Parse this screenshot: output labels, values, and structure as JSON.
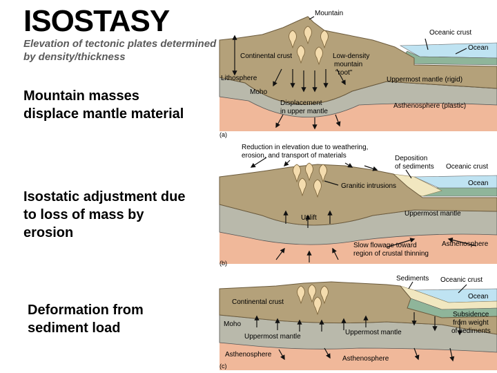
{
  "slide": {
    "title": "ISOSTASY",
    "subtitle": "Elevation of tectonic plates determined by density/thickness",
    "captions": [
      "Mountain masses displace mantle material",
      "Isostatic adjustment due to loss of mass by erosion",
      "Deformation from sediment load"
    ]
  },
  "panel_a": {
    "letter": "(a)",
    "mountain": "Mountain",
    "oceanic_crust": "Oceanic crust",
    "ocean": "Ocean",
    "continental_crust": "Continental crust",
    "low_density_1": "Low-density",
    "low_density_2": "mountain",
    "low_density_3": "\"root\"",
    "lithosphere": "Lithosphere",
    "moho": "Moho",
    "uppermost_mantle": "Uppermost mantle (rigid)",
    "displacement_1": "Displacement",
    "displacement_2": "in upper mantle",
    "asthenosphere": "Asthenosphere (plastic)"
  },
  "panel_b": {
    "letter": "(b)",
    "reduction_1": "Reduction in elevation due to weathering,",
    "reduction_2": "erosion, and transport of materials",
    "deposition_1": "Deposition",
    "deposition_2": "of sediments",
    "oceanic_crust": "Oceanic crust",
    "ocean": "Ocean",
    "granitic": "Granitic intrusions",
    "uppermost_mantle": "Uppermost mantle",
    "uplift": "Uplift",
    "slow_1": "Slow flowage toward",
    "slow_2": "region of crustal thinning",
    "asthenosphere": "Asthenosphere"
  },
  "panel_c": {
    "letter": "(c)",
    "sediments": "Sediments",
    "oceanic_crust": "Oceanic crust",
    "ocean": "Ocean",
    "continental_crust": "Continental crust",
    "moho": "Moho",
    "subsidence_1": "Subsidence",
    "subsidence_2": "from weight",
    "subsidence_3": "of sediments",
    "uppermost_mantle_left": "Uppermost mantle",
    "uppermost_mantle_right": "Uppermost mantle",
    "asthenosphere_left": "Asthenosphere",
    "asthenosphere_right": "Asthenosphere"
  },
  "colors": {
    "crust": "#b4a17a",
    "crust_dark": "#8c7a56",
    "mantle": "#b9b9ab",
    "asthenosphere": "#f0b89a",
    "ocean": "#bfe3f2",
    "oceanic_crust": "#8fb59a",
    "sediment": "#f1e7c0",
    "intrusion": "#f4dcae"
  }
}
